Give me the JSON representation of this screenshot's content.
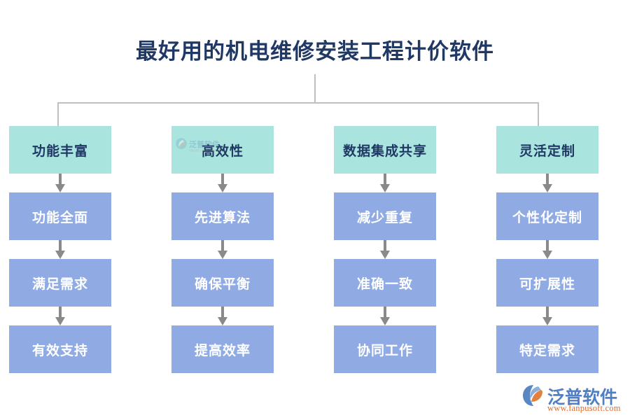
{
  "page": {
    "title": "最好用的机电维修安装工程计价软件"
  },
  "colors": {
    "title_text": "#1f3864",
    "header_box_bg": "#a9e5de",
    "header_box_text": "#1f3864",
    "item_box_bg": "#90abe3",
    "item_box_text": "#ffffff",
    "connector_line": "#bfbfbf",
    "arrow": "#8a8a8a",
    "brand_blue": "#4f7fc4",
    "brand_orange": "#e06a28"
  },
  "diagram": {
    "type": "tree",
    "columns": [
      {
        "header": "功能丰富",
        "items": [
          "功能全面",
          "满足需求",
          "有效支持"
        ]
      },
      {
        "header": "高效性",
        "items": [
          "先进算法",
          "确保平衡",
          "提高效率"
        ]
      },
      {
        "header": "数据集成共享",
        "items": [
          "减少重复",
          "准确一致",
          "协同工作"
        ]
      },
      {
        "header": "灵活定制",
        "items": [
          "个性化定制",
          "可扩展性",
          "特定需求"
        ]
      }
    ]
  },
  "watermark": {
    "name": "泛普软件",
    "sub": "FANPU SOFTWARE"
  },
  "brand": {
    "name": "泛普软件",
    "url": "www.fanpusoft.com"
  }
}
